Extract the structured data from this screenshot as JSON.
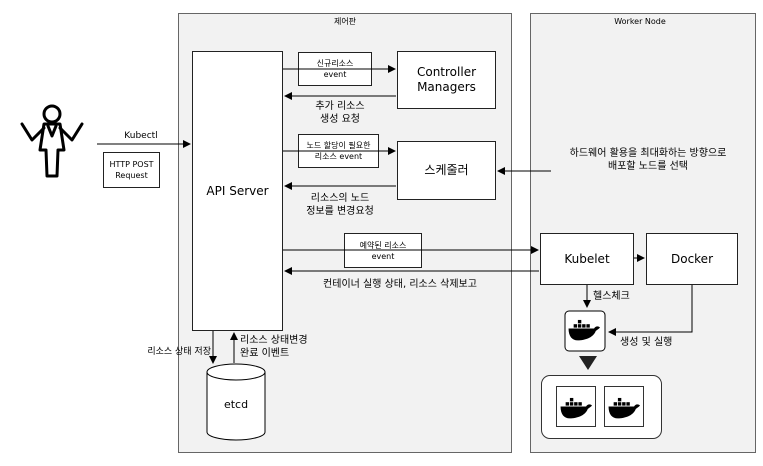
{
  "control_plane": {
    "title": "제어판",
    "api_server": "API Server",
    "etcd": "etcd",
    "controller_managers": "Controller\nManagers",
    "scheduler": "스케줄러",
    "new_resource_event": "신규리소스\nevent",
    "add_resource_request": "추가 리소스\n생성 요청",
    "node_assign_event": "노드 할당이 필요한\n리소스 event",
    "change_node_request": "리소스의 노드\n정보를 변경요청",
    "reserved_resource_event": "예약된 리소스\nevent",
    "container_status_report": "컨테이너 실행 상태, 리소스 삭제보고",
    "store_resource_state": "리소스 상태 저장",
    "state_change_done_event": "리소스 상태변경\n완료 이벤트"
  },
  "client": {
    "kubectl": "Kubectl",
    "http_post": "HTTP POST\nRequest"
  },
  "worker": {
    "title": "Worker Node",
    "kubelet": "Kubelet",
    "docker": "Docker",
    "health_check": "헬스체크",
    "create_and_run": "생성 및 실행"
  },
  "scheduling_note": "하드웨어 활용을 최대화하는 방향으로\n배포할 노드를 선택",
  "colors": {
    "region_bg": "#f2f2f2",
    "docker_icon": "#000000"
  }
}
